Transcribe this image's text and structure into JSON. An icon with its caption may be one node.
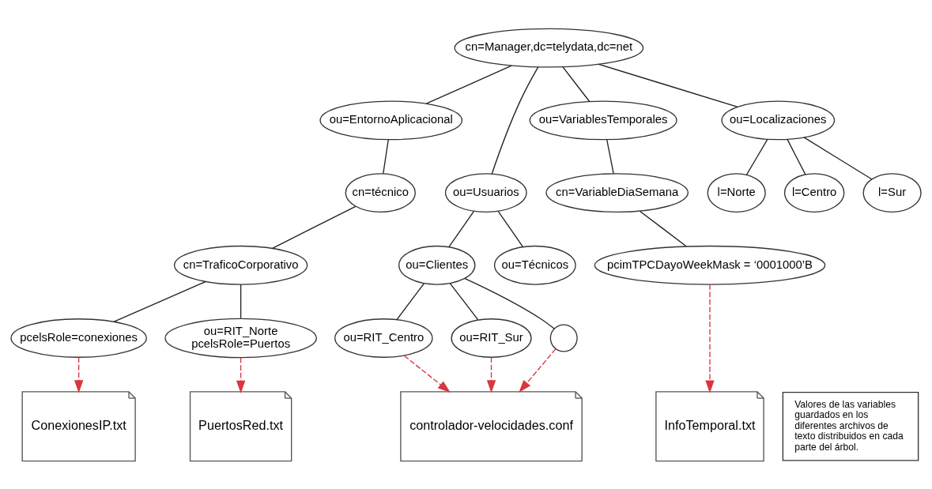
{
  "diagram": {
    "nodes": [
      {
        "text": [
          "cn=Manager,dc=telydata,dc=net"
        ]
      },
      {
        "text": [
          "ou=EntornoAplicacional"
        ]
      },
      {
        "text": [
          "ou=Usuarios"
        ]
      },
      {
        "text": [
          "ou=VariablesTemporales"
        ]
      },
      {
        "text": [
          "ou=Localizaciones"
        ]
      },
      {
        "text": [
          "cn=técnico"
        ]
      },
      {
        "text": [
          "cn=VariableDiaSemana"
        ]
      },
      {
        "text": [
          "l=Norte"
        ]
      },
      {
        "text": [
          "l=Centro"
        ]
      },
      {
        "text": [
          "l=Sur"
        ]
      },
      {
        "text": [
          "cn=TraficoCorporativo"
        ]
      },
      {
        "text": [
          "ou=Clientes"
        ]
      },
      {
        "text": [
          "ou=Técnicos"
        ]
      },
      {
        "text": [
          "pcimTPCDayoWeekMask = ‘0001000’B"
        ]
      },
      {
        "text": [
          "pcelsRole=conexiones"
        ]
      },
      {
        "text": [
          "ou=RIT_Norte",
          "pcelsRole=Puertos"
        ]
      },
      {
        "text": [
          "ou=RIT_Centro"
        ]
      },
      {
        "text": [
          "ou=RIT_Sur"
        ]
      },
      {
        "text": [],
        "shape": "circle"
      },
      {
        "text": [
          "ConexionesIP.txt"
        ]
      },
      {
        "text": [
          "PuertosRed.txt"
        ]
      },
      {
        "text": [
          "controlador-velocidades.conf"
        ]
      },
      {
        "text": [
          "InfoTemporal.txt"
        ]
      },
      {
        "text": [
          "Valores de las variables guardados en los diferentes archivos de texto distribuidos en cada parte del árbol."
        ]
      }
    ],
    "edges": [
      {
        "from": 0,
        "to": 1,
        "arrow": "none"
      },
      {
        "from": 0,
        "to": 2,
        "arrow": "none"
      },
      {
        "from": 0,
        "to": 3,
        "arrow": "none"
      },
      {
        "from": 0,
        "to": 4,
        "arrow": "none"
      },
      {
        "from": 1,
        "to": 5,
        "arrow": "none"
      },
      {
        "from": 3,
        "to": 6,
        "arrow": "none"
      },
      {
        "from": 4,
        "to": 7,
        "arrow": "none"
      },
      {
        "from": 4,
        "to": 8,
        "arrow": "none"
      },
      {
        "from": 4,
        "to": 9,
        "arrow": "none"
      },
      {
        "from": 5,
        "to": 10,
        "arrow": "none"
      },
      {
        "from": 2,
        "to": 11,
        "arrow": "none"
      },
      {
        "from": 2,
        "to": 12,
        "arrow": "none"
      },
      {
        "from": 6,
        "to": 13,
        "arrow": "none"
      },
      {
        "from": 10,
        "to": 14,
        "arrow": "none"
      },
      {
        "from": 10,
        "to": 15,
        "arrow": "none"
      },
      {
        "from": 11,
        "to": 16,
        "arrow": "none"
      },
      {
        "from": 11,
        "to": 17,
        "arrow": "none"
      },
      {
        "from": 11,
        "to": 18,
        "arrow": "none"
      },
      {
        "from": 14,
        "to": 19,
        "arrow": "to",
        "style": "dashed",
        "color": "#d9363e"
      },
      {
        "from": 15,
        "to": 20,
        "arrow": "to",
        "style": "dashed",
        "color": "#d9363e"
      },
      {
        "from": 16,
        "to": 21,
        "arrow": "to",
        "style": "dashed",
        "color": "#d9363e"
      },
      {
        "from": 17,
        "to": 21,
        "arrow": "to",
        "style": "dashed",
        "color": "#d9363e"
      },
      {
        "from": 18,
        "to": 21,
        "arrow": "to",
        "style": "dashed",
        "color": "#d9363e"
      },
      {
        "from": 13,
        "to": 22,
        "arrow": "to",
        "style": "dashed",
        "color": "#d9363e"
      }
    ]
  }
}
